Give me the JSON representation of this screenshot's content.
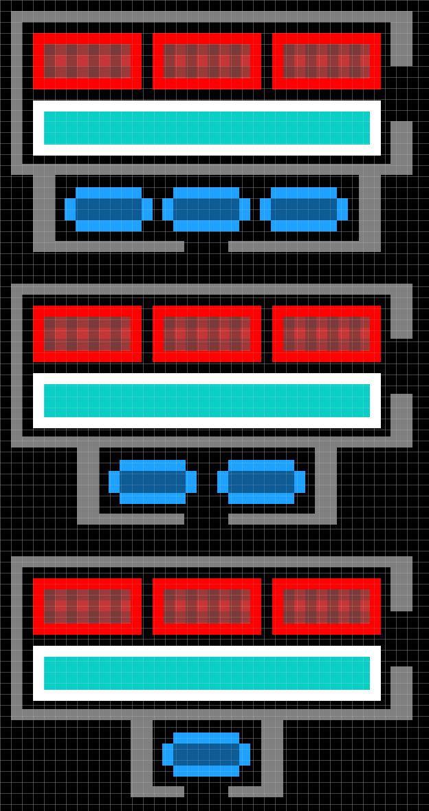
{
  "game": {
    "grid_cell": "square tile",
    "palette": {
      "background": "#000000",
      "wall": "#808080",
      "slot_border": "#ff0000",
      "slot_fill": "#c53737",
      "bar_frame": "#ffffff",
      "bar_fill": "#0bcfc5",
      "pod_outer": "#1ea1ff",
      "pod_core": "#0e5c95"
    },
    "modules": [
      {
        "name": "module-1",
        "red_slots": 3,
        "bar_fill_fraction": 1.0,
        "pods": 3
      },
      {
        "name": "module-2",
        "red_slots": 3,
        "bar_fill_fraction": 1.0,
        "pods": 2
      },
      {
        "name": "module-3",
        "red_slots": 3,
        "bar_fill_fraction": 1.0,
        "pods": 1
      }
    ]
  }
}
